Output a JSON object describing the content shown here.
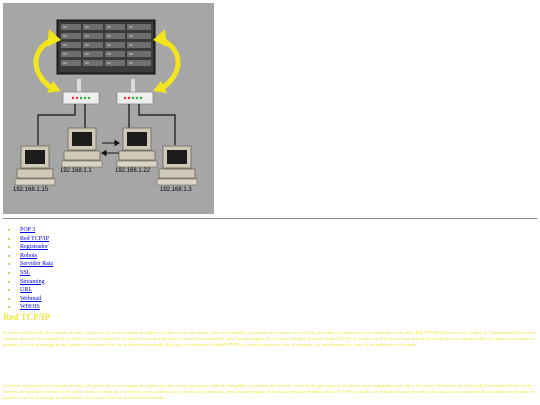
{
  "network_image": {
    "ips": {
      "pc1": "192.168.1.15",
      "pc2": "192.168.1.1",
      "pc3": "192.168.1.22",
      "pc4": "192.168.1.3"
    }
  },
  "nav": {
    "items": [
      "POP 3",
      "Red TCP/IP",
      "Registrador",
      "Robots",
      "Servidor Raiz",
      "SSL",
      "Streaming",
      "URL",
      "Webmail",
      "WHOIS"
    ]
  },
  "content": {
    "heading": "Red TCP/IP",
    "para1_pre": "Se refiere al protocolo de conexión de redes. Un protocolo es un conjunto de reglas a las que se tiene que atener todas las compañías y productos de software con el fin de que todos sus productos sean compatibles entre ellos. Red TCP/IP es Protocolo de Control de Transmisión/Protocolo de Internet, un modo de conexión en el cual los datos se envían por los medios con sus direcciones y errores de transmisión, pero sin que ninguno de los datos verifique el destino final. TCP/IP fue creado con el fin de dar una serie de protocolos para la comunicación; los datos son enviados en paquetes y la red se encarga de que lleguen a su destino final con la dirección adecuada. Para que se estableciera la",
    "para1_bold": "Red TCP/IP",
    "para1_post": "se ha tenido que hacer todo lo referente a la interconexión de redes de ordenadores en el mundo.",
    "para2": "Se refiere al protocolo de conexión de redes. Un protocolo es un conjunto de reglas a las que se tiene que atener todas las compañías y productos de software con el fin de que todos sus productos sean compatibles entre ellos. Se refiere al Protocolo de Control de Transmisión/Protocolo de Internet, un modo de conexión en el cual los datos se envían por los medios con sus direcciones y errores de transmisión, pero sin que ninguno de los datos verifique el destino final. TCP/IP fue creado con el fin de dar una serie de protocolos para la comunicación; los datos son enviados en paquetes y la red se encarga de que lleguen a su destino final con la dirección adecuada."
  }
}
